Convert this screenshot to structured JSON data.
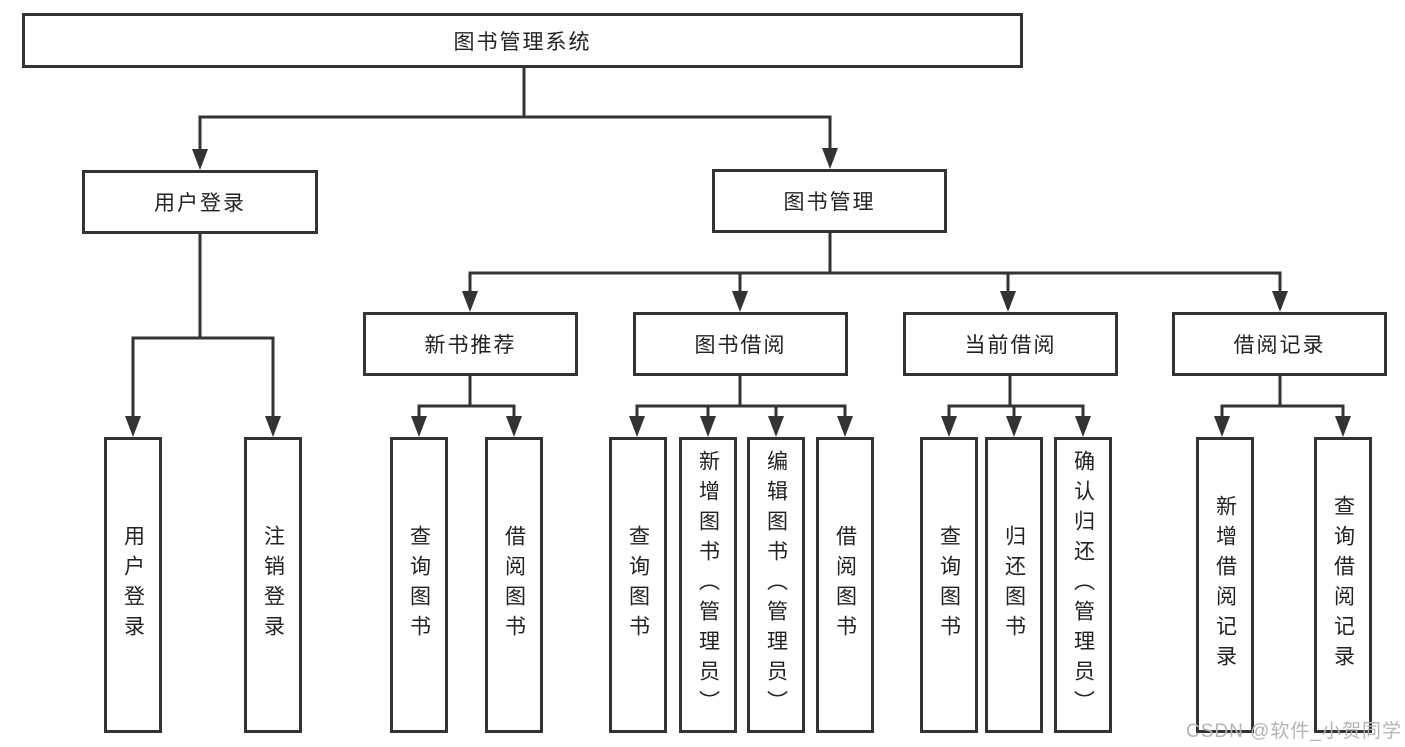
{
  "title": "图书管理系统",
  "tree": {
    "label": "图书管理系统",
    "children": [
      {
        "label": "用户登录",
        "children": [
          {
            "label": "用户登录"
          },
          {
            "label": "注销登录"
          }
        ]
      },
      {
        "label": "图书管理",
        "children": [
          {
            "label": "新书推荐",
            "children": [
              {
                "label": "查询图书"
              },
              {
                "label": "借阅图书"
              }
            ]
          },
          {
            "label": "图书借阅",
            "children": [
              {
                "label": "查询图书"
              },
              {
                "label": "新增图书（管理员）"
              },
              {
                "label": "编辑图书（管理员）"
              },
              {
                "label": "借阅图书"
              }
            ]
          },
          {
            "label": "当前借阅",
            "children": [
              {
                "label": "查询图书"
              },
              {
                "label": "归还图书"
              },
              {
                "label": "确认归还（管理员）"
              }
            ]
          },
          {
            "label": "借阅记录",
            "children": [
              {
                "label": "新增借阅记录"
              },
              {
                "label": "查询借阅记录"
              }
            ]
          }
        ]
      }
    ]
  },
  "watermark": "CSDN @软件_小贺同学",
  "colors": {
    "line": "#333333",
    "text": "#222222",
    "background": "#ffffff",
    "watermark": "#b5b5b5"
  }
}
